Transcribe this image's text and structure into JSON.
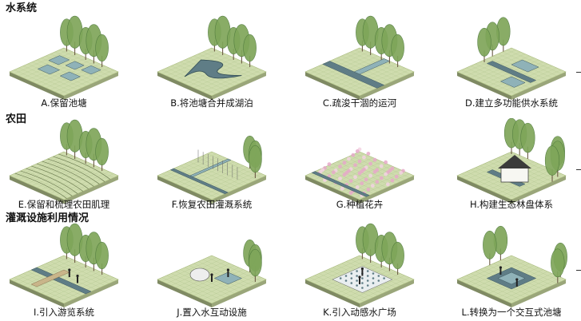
{
  "sections": [
    {
      "title": "水系统"
    },
    {
      "title": "农田"
    },
    {
      "title": "灌溉设施利用情况"
    }
  ],
  "tiles": [
    {
      "label": "A.保留池塘"
    },
    {
      "label": "B.将池塘合并成湖泊"
    },
    {
      "label": "C.疏浚干涸的运河"
    },
    {
      "label": "D.建立多功能供水系统"
    },
    {
      "label": "E.保留和梳理农田肌理"
    },
    {
      "label": "F.恢复农田灌溉系统"
    },
    {
      "label": "G.种植花卉"
    },
    {
      "label": "H.构建生态林盘体系"
    },
    {
      "label": "I.引入游览系统"
    },
    {
      "label": "J.置入水互动设施"
    },
    {
      "label": "K.引入动感水广场"
    },
    {
      "label": "L.转换为一个交互式池塘"
    }
  ],
  "colors": {
    "grass": "#cfdcae",
    "grass_dark": "#a8ba7c",
    "grid": "#b6c894",
    "side_left": "#7f8a63",
    "side_right": "#9aa67a",
    "water": "#5f7d86",
    "water_light": "#8fb2b8",
    "tree": "#7fa65a",
    "tree_dark": "#4f7a3c",
    "trunk": "#6b5a45",
    "flowers": "#e6a9c9"
  }
}
